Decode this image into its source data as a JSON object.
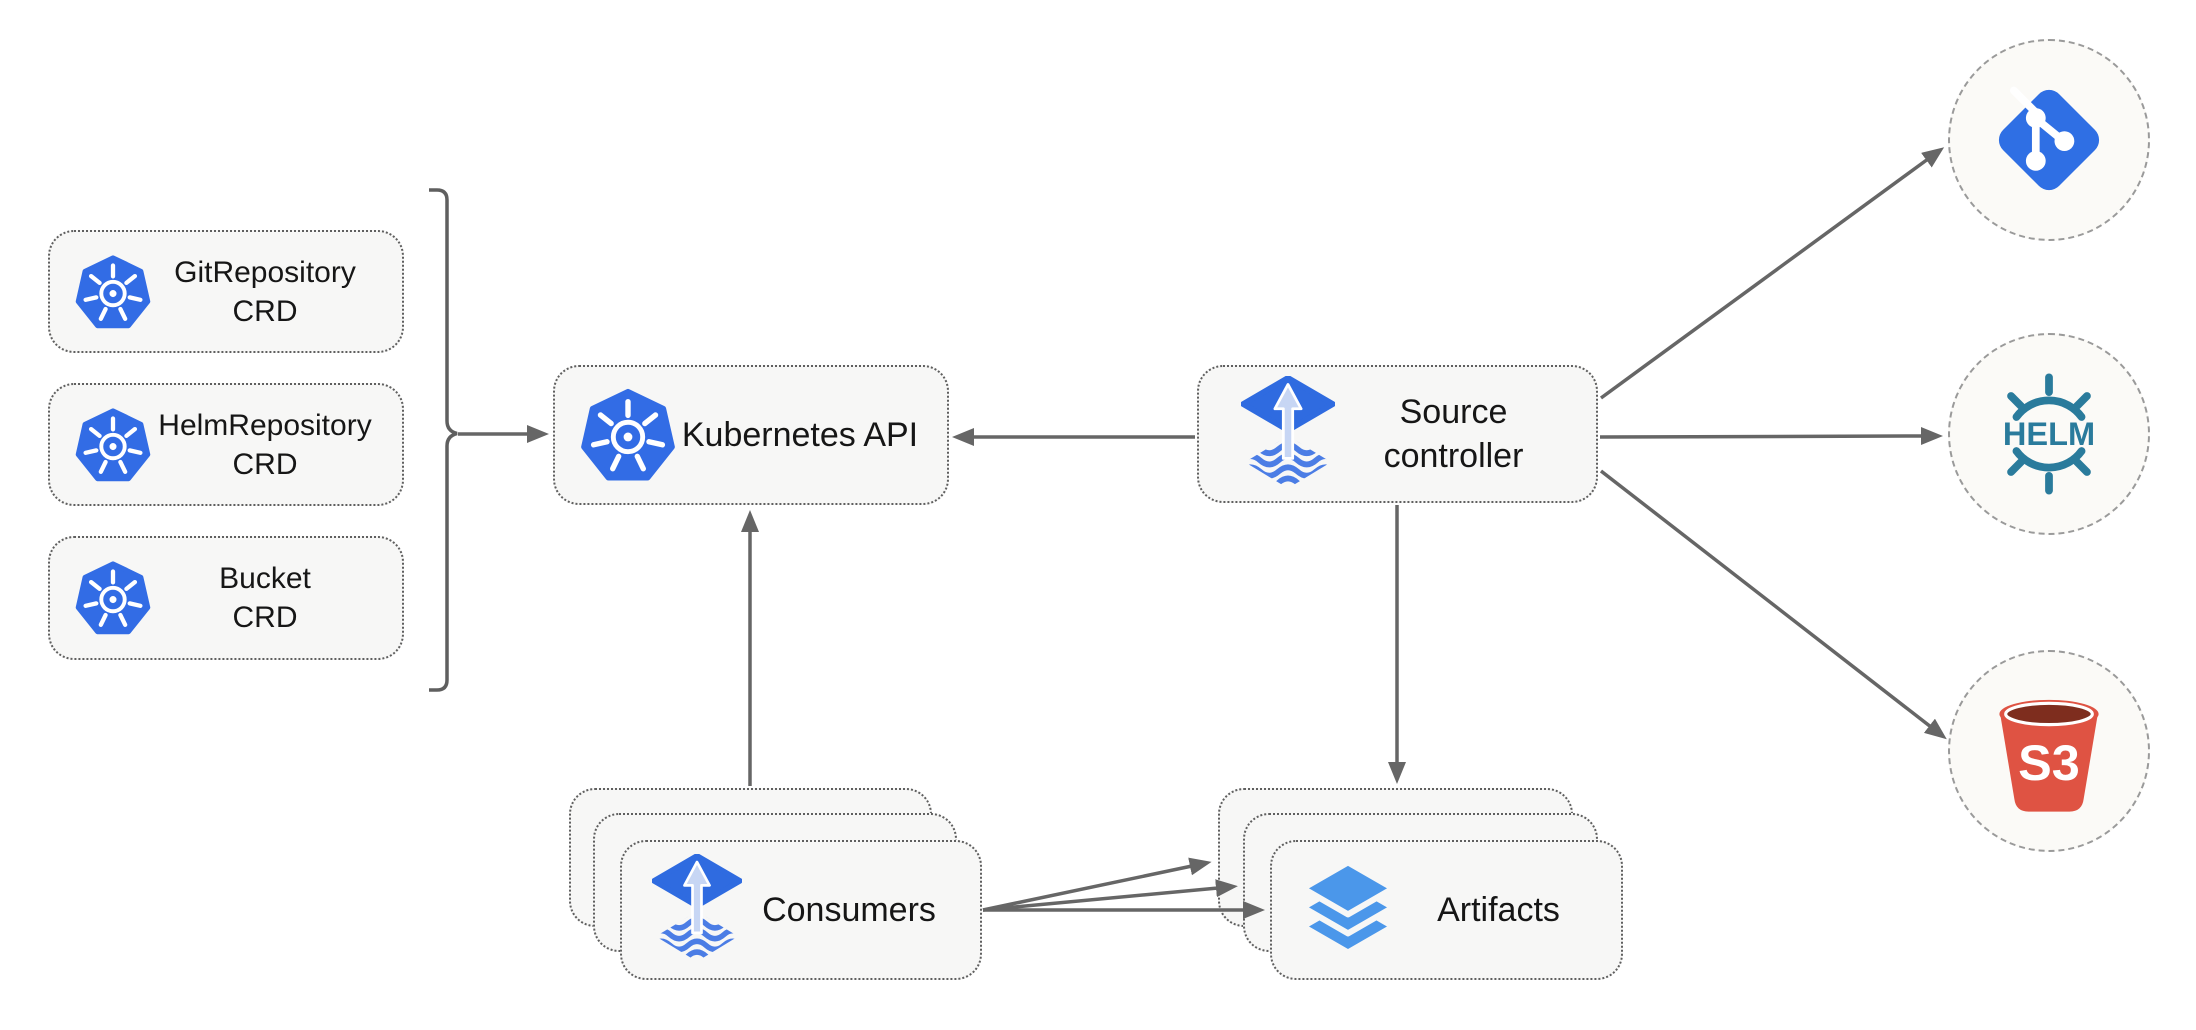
{
  "nodes": {
    "crd_git": {
      "label": "GitRepository\nCRD",
      "icon": "kubernetes-icon"
    },
    "crd_helm": {
      "label": "HelmRepository\nCRD",
      "icon": "kubernetes-icon"
    },
    "crd_bucket": {
      "label": "Bucket\nCRD",
      "icon": "kubernetes-icon"
    },
    "kubernetes_api": {
      "label": "Kubernetes API",
      "icon": "kubernetes-icon"
    },
    "source_controller": {
      "label": "Source\ncontroller",
      "icon": "flux-source-icon"
    },
    "consumers": {
      "label": "Consumers",
      "icon": "flux-source-icon",
      "stacked": 3
    },
    "artifacts": {
      "label": "Artifacts",
      "icon": "layers-icon",
      "stacked": 3
    },
    "git": {
      "icon": "git-icon"
    },
    "helm": {
      "icon": "helm-icon",
      "text": "HELM"
    },
    "s3": {
      "icon": "s3-bucket-icon",
      "text": "S3"
    }
  },
  "edges": [
    {
      "from": "crd-group (GitRepository/HelmRepository/Bucket CRDs via bracket)",
      "to": "kubernetes_api"
    },
    {
      "from": "source_controller",
      "to": "kubernetes_api"
    },
    {
      "from": "consumers",
      "to": "kubernetes_api"
    },
    {
      "from": "source_controller",
      "to": "artifacts"
    },
    {
      "from": "consumers",
      "to": "artifacts",
      "count": 3
    },
    {
      "from": "source_controller",
      "to": "git"
    },
    {
      "from": "source_controller",
      "to": "helm"
    },
    {
      "from": "source_controller",
      "to": "s3"
    }
  ],
  "colors": {
    "kubernetes_blue": "#326CE5",
    "flux_diamond_blue": "#2F6BE0",
    "flux_wave_blue": "#4B7DE5",
    "flux_arrow_light": "#C7D6F4",
    "layers_blue": "#4B97EA",
    "git_blue": "#2F6FE4",
    "helm_teal": "#2A7B9C",
    "s3_red": "#DF5343",
    "s3_dark_red": "#7E2D1E",
    "node_fill": "#F7F7F6",
    "node_border": "#5F5F5F",
    "arrow_gray": "#666666",
    "circle_border": "#9A9A9A"
  }
}
